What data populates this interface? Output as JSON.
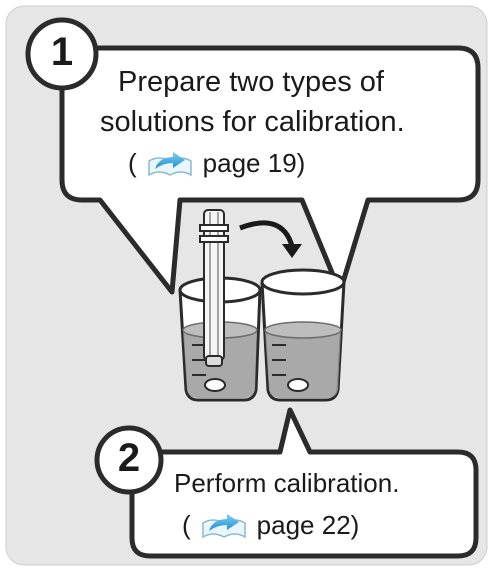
{
  "steps": [
    {
      "number": "1",
      "text_line1": "Prepare two types of",
      "text_line2": "solutions for calibration.",
      "ref_open": "(",
      "ref_page": "page 19)",
      "ref_icon": "manual-book-icon"
    },
    {
      "number": "2",
      "text_line1": "Perform calibration.",
      "ref_open": "(",
      "ref_page": "page 22)",
      "ref_icon": "manual-book-icon"
    }
  ],
  "colors": {
    "background": "#e6e6e6",
    "bubble": "#ffffff",
    "outline": "#2b2b2b",
    "liquid": "#9a9a9a",
    "arrow_blue": "#2aa3dc"
  }
}
